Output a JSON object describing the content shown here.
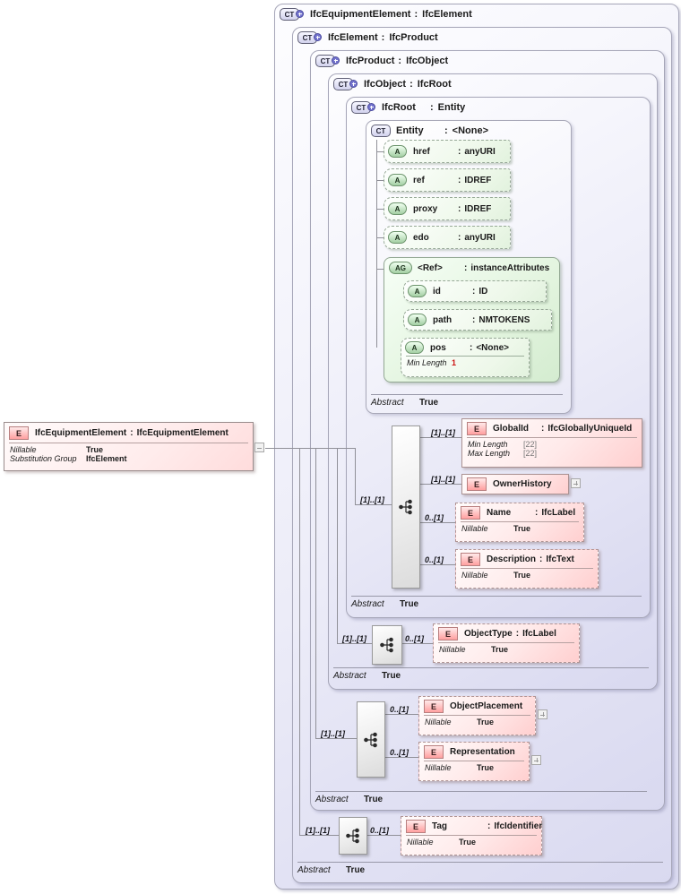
{
  "icons": {
    "complex_type": "CT",
    "attribute": "A",
    "attribute_group": "AG",
    "element": "E"
  },
  "punct": {
    "colon": ":"
  },
  "cards": {
    "req": "[1]..[1]",
    "opt": "0..[1]"
  },
  "source_element": {
    "name": "IfcEquipmentElement",
    "type": "IfcEquipmentElement",
    "facets": [
      {
        "label": "Nillable",
        "value": "True"
      },
      {
        "label": "Substitution Group",
        "value": "IfcElement"
      }
    ]
  },
  "containers": [
    {
      "name": "IfcEquipmentElement",
      "type": "IfcElement"
    },
    {
      "name": "IfcElement",
      "type": "IfcProduct",
      "abstract": {
        "label": "Abstract",
        "value": "True"
      }
    },
    {
      "name": "IfcProduct",
      "type": "IfcObject",
      "abstract": {
        "label": "Abstract",
        "value": "True"
      }
    },
    {
      "name": "IfcObject",
      "type": "IfcRoot",
      "abstract": {
        "label": "Abstract",
        "value": "True"
      }
    },
    {
      "name": "IfcRoot",
      "type": "Entity",
      "abstract": {
        "label": "Abstract",
        "value": "True"
      }
    }
  ],
  "entity": {
    "name": "Entity",
    "type": "<None>",
    "attributes": [
      {
        "name": "href",
        "type": "anyURI"
      },
      {
        "name": "ref",
        "type": "IDREF"
      },
      {
        "name": "proxy",
        "type": "IDREF"
      },
      {
        "name": "edo",
        "type": "anyURI"
      }
    ],
    "group": {
      "name": "<Ref>",
      "type": "instanceAttributes",
      "attributes": [
        {
          "name": "id",
          "type": "ID"
        },
        {
          "name": "path",
          "type": "NMTOKENS"
        },
        {
          "name": "pos",
          "type": "<None>",
          "facets": [
            {
              "label": "Min Length",
              "value": "1"
            }
          ]
        }
      ]
    },
    "abstract": {
      "label": "Abstract",
      "value": "True"
    }
  },
  "elements": {
    "global_id": {
      "name": "GlobalId",
      "type": "IfcGloballyUniqueId",
      "facets": [
        {
          "label": "Min Length",
          "value": "[22]"
        },
        {
          "label": "Max Length",
          "value": "[22]"
        }
      ]
    },
    "owner_history": {
      "name": "OwnerHistory"
    },
    "name": {
      "name": "Name",
      "type": "IfcLabel",
      "facets": [
        {
          "label": "Nillable",
          "value": "True"
        }
      ]
    },
    "description": {
      "name": "Description",
      "type": "IfcText",
      "facets": [
        {
          "label": "Nillable",
          "value": "True"
        }
      ]
    },
    "object_type": {
      "name": "ObjectType",
      "type": "IfcLabel",
      "facets": [
        {
          "label": "Nillable",
          "value": "True"
        }
      ]
    },
    "object_placement": {
      "name": "ObjectPlacement",
      "facets": [
        {
          "label": "Nillable",
          "value": "True"
        }
      ]
    },
    "representation": {
      "name": "Representation",
      "facets": [
        {
          "label": "Nillable",
          "value": "True"
        }
      ]
    },
    "tag": {
      "name": "Tag",
      "type": "IfcIdentifier",
      "facets": [
        {
          "label": "Nillable",
          "value": "True"
        }
      ]
    }
  }
}
